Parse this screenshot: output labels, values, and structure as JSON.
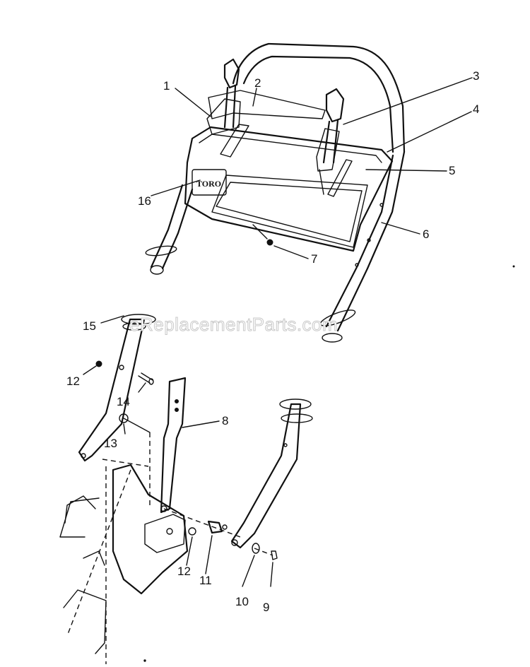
{
  "diagram": {
    "brand_label": "TORO",
    "watermark": "eReplacementParts.com",
    "callouts": [
      "1",
      "2",
      "3",
      "4",
      "5",
      "6",
      "7",
      "8",
      "9",
      "10",
      "11",
      "12",
      "13",
      "14",
      "15",
      "16",
      "12"
    ]
  }
}
